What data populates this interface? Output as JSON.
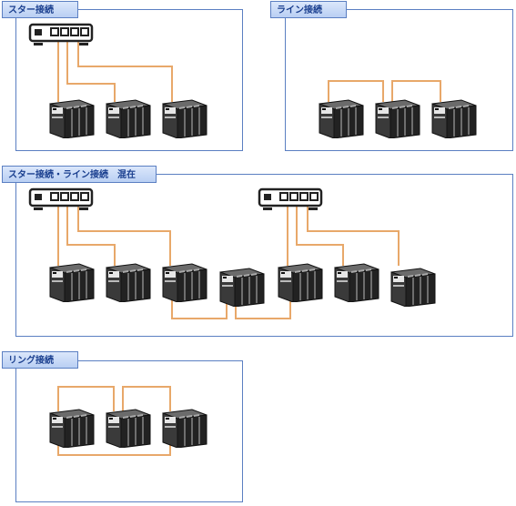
{
  "panels": {
    "star": {
      "title": "スター接続"
    },
    "line": {
      "title": "ライン接続"
    },
    "mixed": {
      "title": "スター接続・ライン接続　混在"
    },
    "ring": {
      "title": "リング接続"
    }
  },
  "colors": {
    "border": "#5b7fc2",
    "cable": "#e8a86a",
    "device": "#2b2b2b"
  },
  "icons": [
    "hub-icon",
    "controller-icon"
  ]
}
